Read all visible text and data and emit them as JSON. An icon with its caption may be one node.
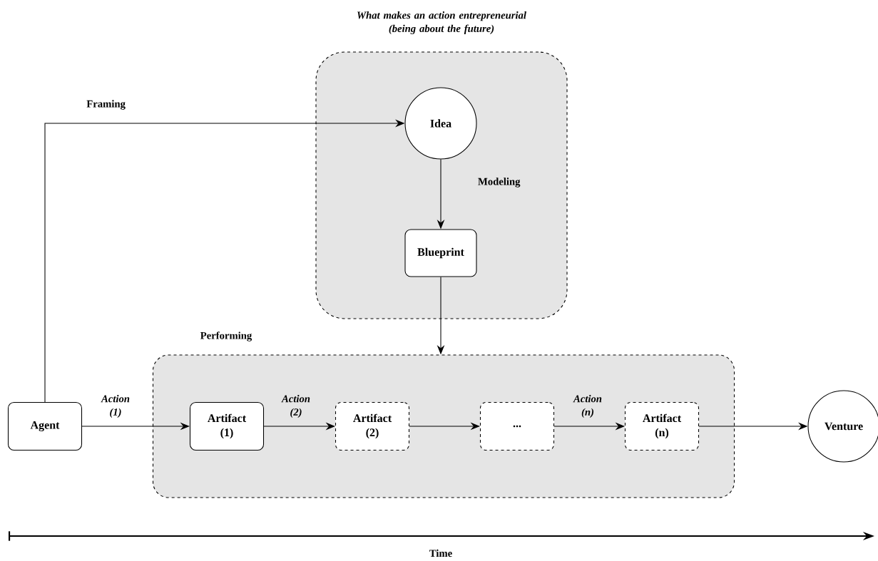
{
  "diagram": {
    "nodes": [
      {
        "text": [
          "*What makes an action entrepreneurial (being about the future)*"
        ]
      },
      {
        "text": [
          "Idea"
        ],
        "in": 0
      },
      {
        "text": [
          "Blueprint"
        ],
        "in": 0
      },
      {
        "text": [
          "Performing"
        ]
      },
      {
        "text": [
          "Agent"
        ]
      },
      {
        "text": [
          "Artifact (1)"
        ],
        "in": 3
      },
      {
        "text": [
          "Artifact (2)"
        ],
        "in": 3
      },
      {
        "text": [
          "..."
        ],
        "in": 3
      },
      {
        "text": [
          "Artifact (n)"
        ],
        "in": 3
      },
      {
        "text": [
          "Venture"
        ]
      }
    ],
    "edges": [
      {
        "from": 4,
        "to": 1,
        "arrow": "to",
        "label": "Framing"
      },
      {
        "from": 1,
        "to": 2,
        "arrow": "to",
        "label": "Modeling"
      },
      {
        "from": 2,
        "to": 3,
        "arrow": "to"
      },
      {
        "from": 4,
        "to": 5,
        "arrow": "to",
        "label": "*Action (1)*"
      },
      {
        "from": 5,
        "to": 6,
        "arrow": "to",
        "label": "*Action (2)*"
      },
      {
        "from": 6,
        "to": 7,
        "arrow": "to"
      },
      {
        "from": 7,
        "to": 8,
        "arrow": "to",
        "label": "*Action (n)*"
      },
      {
        "from": 8,
        "to": 9,
        "arrow": "to"
      }
    ],
    "labels": [
      "Time"
    ]
  }
}
